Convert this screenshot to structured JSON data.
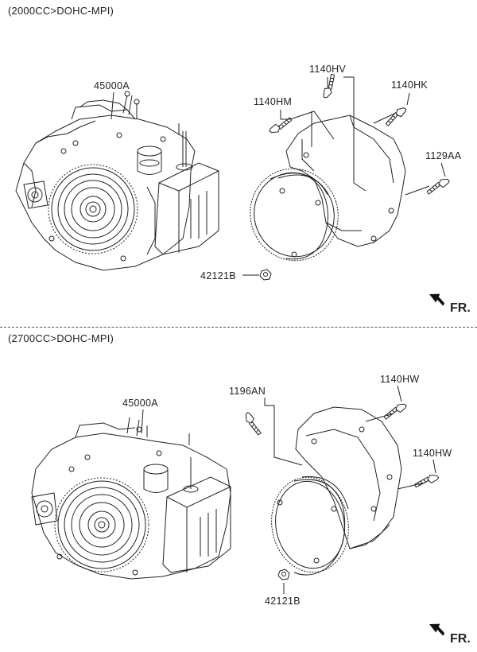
{
  "sections": [
    {
      "title": "(2000CC>DOHC-MPI)",
      "labels": {
        "assembly": "45000A",
        "bolt_hv": "1140HV",
        "bolt_hk": "1140HK",
        "bolt_hm": "1140HM",
        "bolt_aa": "1129AA",
        "nut": "42121B"
      },
      "direction": "FR."
    },
    {
      "title": "(2700CC>DOHC-MPI)",
      "labels": {
        "assembly": "45000A",
        "bolt_an": "1196AN",
        "bolt_hw_top": "1140HW",
        "bolt_hw_right": "1140HW",
        "nut": "42121B"
      },
      "direction": "FR."
    }
  ]
}
